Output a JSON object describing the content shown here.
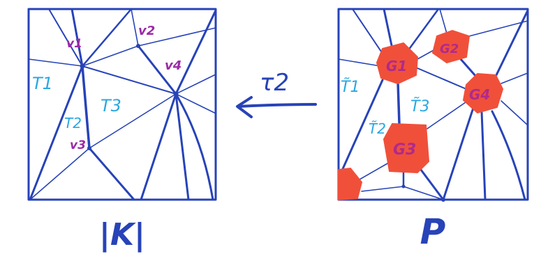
{
  "colors": {
    "ink_blue": "#2743b8",
    "label_cyan": "#29a8e0",
    "label_purple": "#9b2aa8",
    "region_red": "#f0503a",
    "region_label": "#b02a8a"
  },
  "left_panel": {
    "vertex_labels": [
      "v1",
      "v2",
      "v3",
      "v4"
    ],
    "triangle_labels": [
      "T1",
      "T2",
      "T3"
    ],
    "caption": "|K|"
  },
  "right_panel": {
    "region_labels": [
      "G1",
      "G2",
      "G3",
      "G4"
    ],
    "triangle_labels": [
      "T̃1",
      "T̃2",
      "T̃3"
    ],
    "caption": "P"
  },
  "map_label": "τ2"
}
